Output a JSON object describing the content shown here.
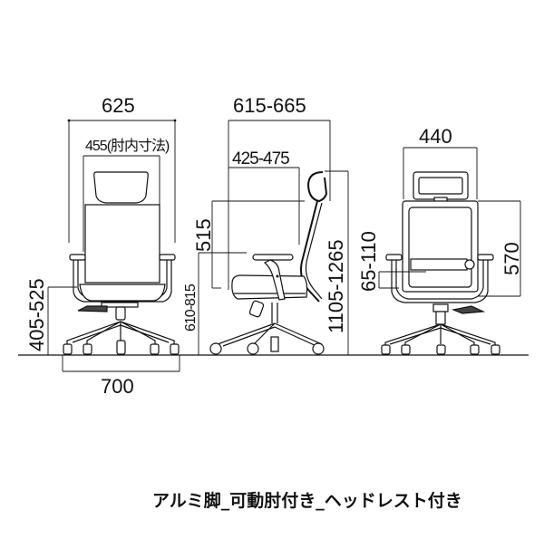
{
  "diagram": {
    "type": "dimension-drawing",
    "subject": "office chair (front, side, back views)",
    "units": "mm",
    "front_view": {
      "overall_width": "625",
      "armrest_inner_width": "455(肘内寸法)",
      "seat_height": "405-525",
      "base_width": "700"
    },
    "side_view": {
      "overall_depth": "615-665",
      "seat_depth": "425-475",
      "backrest_height_from_seat": "515",
      "armrest_height": "610-815",
      "overall_height": "1105-1265"
    },
    "back_view": {
      "backrest_width": "440",
      "backrest_height": "570",
      "armrest_height_from_seat": "65-110"
    },
    "caption": "アルミ脚_可動肘付き_ヘッドレスト付き"
  }
}
